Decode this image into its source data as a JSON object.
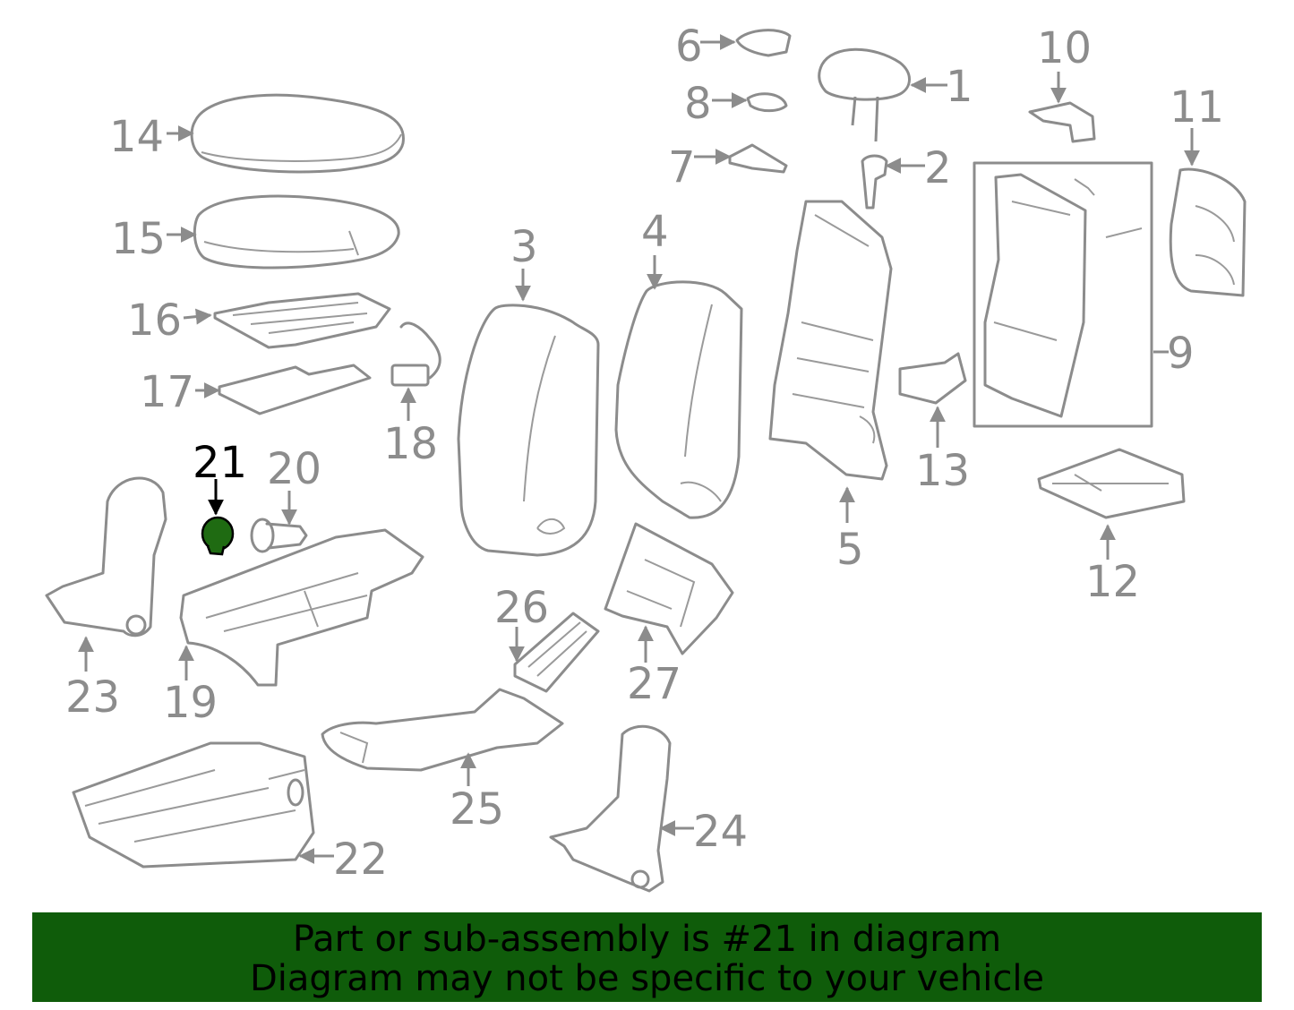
{
  "colors": {
    "part_stroke": "#8c8c8c",
    "highlight_fill": "#1f6b12",
    "highlight_label": "#000000",
    "footer_bg": "#0f5c0a"
  },
  "highlighted_part": "21",
  "labels": {
    "n1": "1",
    "n2": "2",
    "n3": "3",
    "n4": "4",
    "n5": "5",
    "n6": "6",
    "n7": "7",
    "n8": "8",
    "n9": "9",
    "n10": "10",
    "n11": "11",
    "n12": "12",
    "n13": "13",
    "n14": "14",
    "n15": "15",
    "n16": "16",
    "n17": "17",
    "n18": "18",
    "n19": "19",
    "n20": "20",
    "n21": "21",
    "n22": "22",
    "n23": "23",
    "n24": "24",
    "n25": "25",
    "n26": "26",
    "n27": "27"
  },
  "footer": {
    "line1": "Part or sub-assembly is #21 in diagram",
    "line2": "Diagram may not be specific to your vehicle"
  }
}
